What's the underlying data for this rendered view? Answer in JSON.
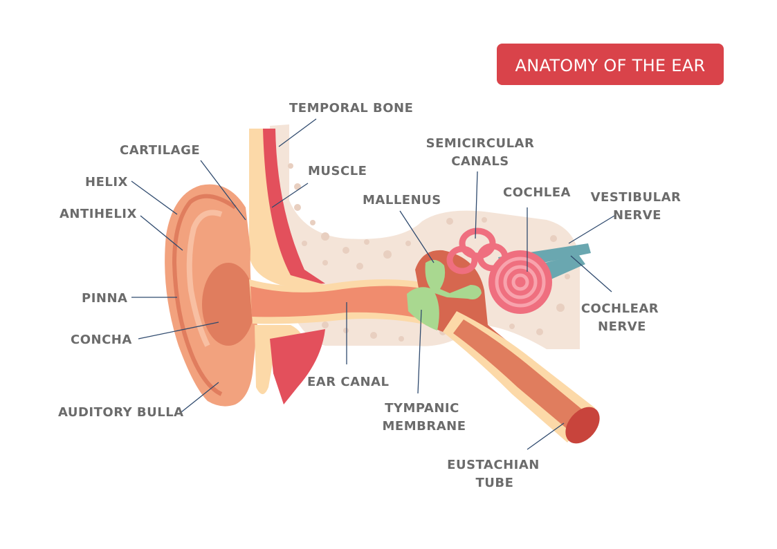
{
  "title": "ANATOMY OF THE EAR",
  "colors": {
    "title_bg": "#d9434a",
    "skin": "#f2a27e",
    "skin_dark": "#e07d5e",
    "cartilage": "#fcd9a8",
    "muscle": "#e3505c",
    "bone": "#f4e4d8",
    "membrane": "#a9d890",
    "nerve": "#6aa7b0",
    "cochlea": "#ef6f7f",
    "leader": "#2f4a6e",
    "label": "#6b6b6b"
  },
  "labels": {
    "temporal_bone": [
      "TEMPORAL BONE"
    ],
    "cartilage": [
      "CARTILAGE"
    ],
    "helix": [
      "HELIX"
    ],
    "antihelix": [
      "ANTIHELIX"
    ],
    "muscle": [
      "MUSCLE"
    ],
    "semicircular_canals": [
      "SEMICIRCULAR",
      "CANALS"
    ],
    "mallenus": [
      "MALLENUS"
    ],
    "cochlea": [
      "COCHLEA"
    ],
    "vestibular_nerve": [
      "VESTIBULAR",
      "NERVE"
    ],
    "pinna": [
      "PINNA"
    ],
    "concha": [
      "CONCHA"
    ],
    "cochlear_nerve": [
      "COCHLEAR",
      "NERVE"
    ],
    "ear_canal": [
      "EAR CANAL"
    ],
    "auditory_bulla": [
      "AUDITORY BULLA"
    ],
    "tympanic_membrane": [
      "TYMPANIC",
      "MEMBRANE"
    ],
    "eustachian_tube": [
      "EUSTACHIAN",
      "TUBE"
    ]
  }
}
